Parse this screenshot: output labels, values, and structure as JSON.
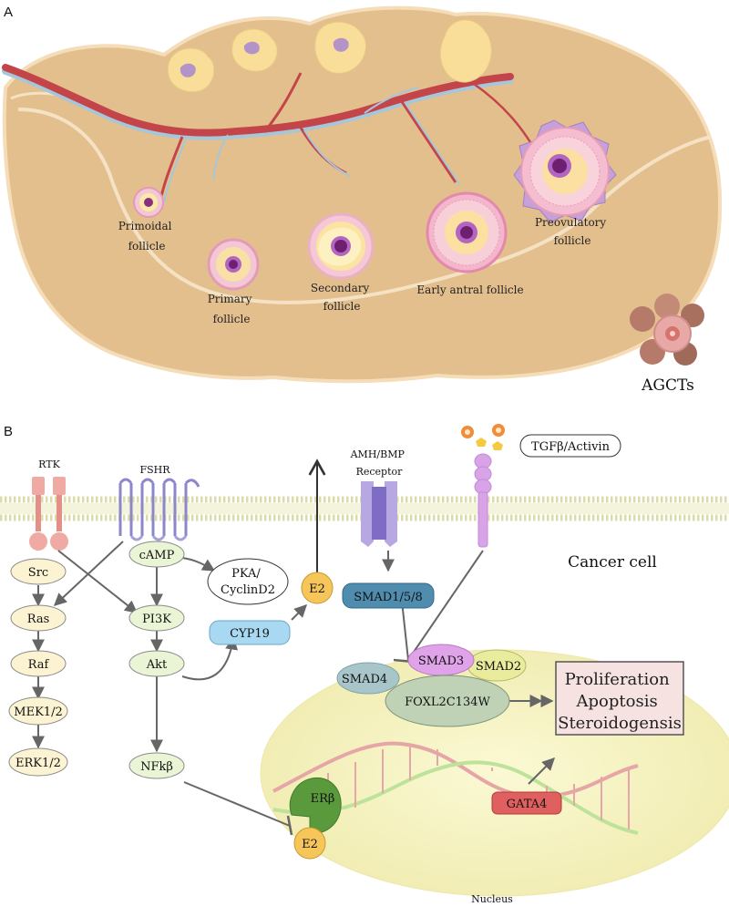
{
  "panelA": {
    "letter": "A",
    "follicles": {
      "primordial": [
        "Primoidal",
        "follicle"
      ],
      "primary": [
        "Primary",
        "follicle"
      ],
      "secondary": [
        "Secondary",
        "follicle"
      ],
      "early_antral": [
        "Early antral follicle"
      ],
      "preovulatory": [
        "Preovulatory",
        "follicle"
      ]
    },
    "agct_label": "AGCTs"
  },
  "panelB": {
    "letter": "B",
    "receptors": {
      "rtk": "RTK",
      "fshr": "FSHR",
      "amh_bmp": [
        "AMH/BMP",
        "Receptor"
      ],
      "tgf": "TGFβ/Activin"
    },
    "nodes": {
      "src": "Src",
      "ras": "Ras",
      "raf": "Raf",
      "mek": "MEK1/2",
      "erk": "ERK1/2",
      "camp": "cAMP",
      "pka": [
        "PKA/",
        "CyclinD2"
      ],
      "pi3k": "PI3K",
      "akt": "Akt",
      "nfkb": "NFkβ",
      "cyp19": "CYP19",
      "e2_top": "E2",
      "smad158": "SMAD1/5/8",
      "smad3": "SMAD3",
      "smad2": "SMAD2",
      "smad4": "SMAD4",
      "foxl2": "FOXL2C134W",
      "erb": "ERβ",
      "e2_nuc": "E2",
      "gata4": "GATA4"
    },
    "cancer_cell": "Cancer cell",
    "nucleus": "Nucleus",
    "outcomes": [
      "Proliferation",
      "Apoptosis",
      "Steroidogensis"
    ]
  },
  "colors": {
    "ovary_fill": "#e3bf8e",
    "ovary_stroke": "#f6e6cc",
    "vessel_red": "#c44549",
    "vessel_blue": "#a6c6da",
    "membrane": "#d8d8a0",
    "ras_fill": "#fcf3d2",
    "pi3k_fill": "#e9f5d5",
    "cyp19_fill": "#a9d8f3",
    "e2_fill": "#f6c65a",
    "smad158_fill": "#4f8cae",
    "smad3_fill": "#e0a2e9",
    "smad2_fill": "#e9ec9c",
    "smad4_fill": "#a8c6ca",
    "foxl2_fill": "#bfd2b5",
    "erb_fill": "#5a9a3c",
    "gata4_fill": "#e06060",
    "outcome_fill": "#f6e3e1",
    "nucleus_fill": "#f6f3c2",
    "arrow": "#666666"
  }
}
